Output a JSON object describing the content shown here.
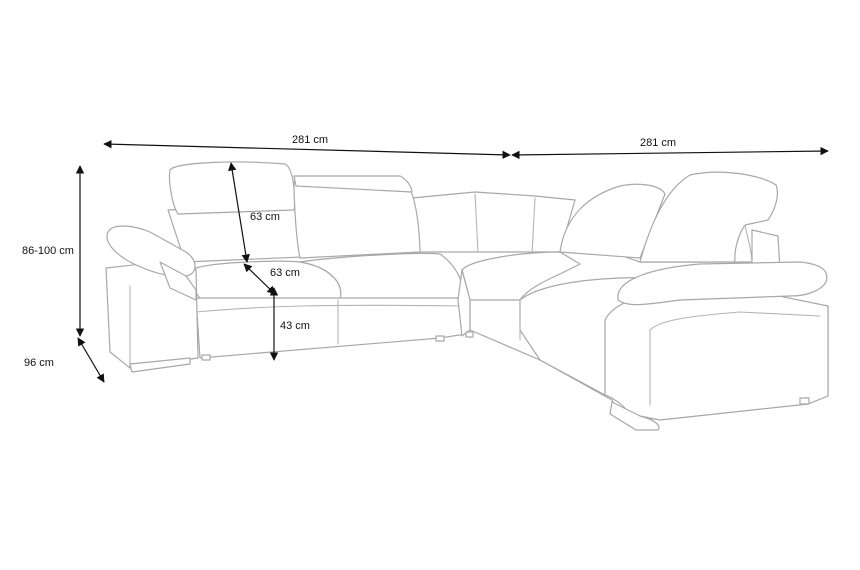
{
  "dimensions": {
    "width_left": "281 cm",
    "width_right": "281 cm",
    "height_total": "86-100 cm",
    "depth_total": "96 cm",
    "headrest_height": "63 cm",
    "seat_depth": "63 cm",
    "seat_height": "43 cm"
  },
  "colors": {
    "outline": "#a8a8a8",
    "dimension_line": "#111111",
    "background": "#ffffff"
  }
}
